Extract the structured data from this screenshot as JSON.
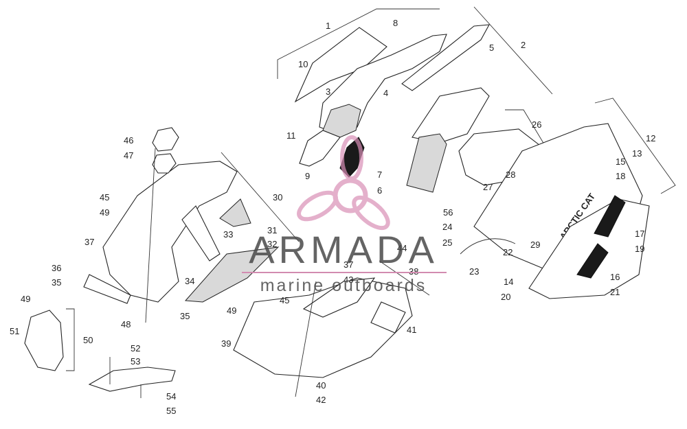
{
  "watermark": {
    "title": "ARMADA",
    "subtitle": "marine outboards",
    "accent_color": "#d98fb6",
    "text_color": "#4a4a4a"
  },
  "decal_text": "ARCTIC CAT",
  "callouts": {
    "c1": "1",
    "c2": "2",
    "c3": "3",
    "c4": "4",
    "c5": "5",
    "c6": "6",
    "c7": "7",
    "c8": "8",
    "c9": "9",
    "c10": "10",
    "c11": "11",
    "c12": "12",
    "c13": "13",
    "c14": "14",
    "c15": "15",
    "c16": "16",
    "c17": "17",
    "c18": "18",
    "c19": "19",
    "c20": "20",
    "c21": "21",
    "c22": "22",
    "c23": "23",
    "c24": "24",
    "c25": "25",
    "c26": "26",
    "c27": "27",
    "c28": "28",
    "c29": "29",
    "c30": "30",
    "c31": "31",
    "c32": "32",
    "c33": "33",
    "c34": "34",
    "c35a": "35",
    "c35b": "35",
    "c36": "36",
    "c37a": "37",
    "c37b": "37",
    "c38": "38",
    "c39": "39",
    "c40": "40",
    "c41": "41",
    "c42": "42",
    "c43": "43",
    "c44": "44",
    "c45a": "45",
    "c45b": "45",
    "c46": "46",
    "c47": "47",
    "c48": "48",
    "c49a": "49",
    "c49b": "49",
    "c49c": "49",
    "c50": "50",
    "c51": "51",
    "c52": "52",
    "c53": "53",
    "c54": "54",
    "c55": "55",
    "c56": "56"
  }
}
